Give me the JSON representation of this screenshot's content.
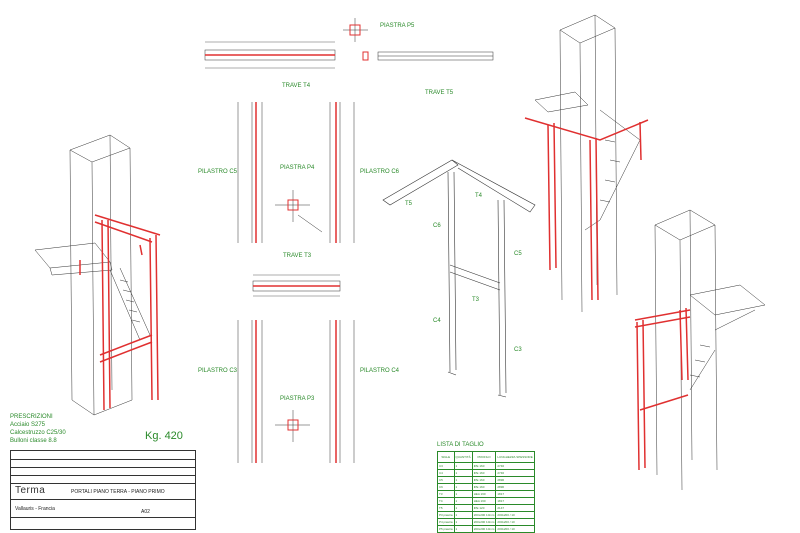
{
  "drawing": {
    "weight_label": "Kg. 420",
    "prescriptions": {
      "title": "PRESCRIZIONI",
      "lines": [
        "Acciaio S275",
        "Calcestruzzo C25/30",
        "Bulloni classe 8.8"
      ]
    },
    "labels": {
      "piastra_p5": "PIASTRA P5",
      "trave_t4": "TRAVE T4",
      "trave_t5": "TRAVE T5",
      "pilastro_c5": "PILASTRO C5",
      "piastra_p4": "PIASTRA P4",
      "pilastro_c6": "PILASTRO C6",
      "trave_t3": "TRAVE T3",
      "pilastro_c3": "PILASTRO C3",
      "piastra_p3": "PIASTRA P3",
      "pilastro_c4": "PILASTRO C4"
    },
    "frame_labels": {
      "t5": "T5",
      "t4": "T4",
      "c6": "C6",
      "c5": "C5",
      "t3": "T3",
      "c4": "C4",
      "c3": "C3"
    },
    "cut_list": {
      "title": "LISTA DI TAGLIO",
      "headers": [
        "SIGLE",
        "QUANTITÀ",
        "PROFILO",
        "LUNGHEZZA SPESSORE"
      ],
      "rows": [
        [
          "C3",
          "1",
          "IPE 160",
          "2746"
        ],
        [
          "C4",
          "1",
          "IPE 160",
          "2746"
        ],
        [
          "C5",
          "1",
          "IPE 160",
          "2896"
        ],
        [
          "C6",
          "1",
          "IPE 160",
          "2896"
        ],
        [
          "T3",
          "1",
          "HEA 160",
          "1817"
        ],
        [
          "T4",
          "1",
          "HEA 160",
          "1817"
        ],
        [
          "T5",
          "1",
          "IPE 120",
          "2147"
        ],
        [
          "P3 piastra",
          "1",
          "200x200 10mm",
          "200x200 / 10"
        ],
        [
          "P4 piastra",
          "1",
          "200x200 10mm",
          "200x200 / 10"
        ],
        [
          "P5 piastra",
          "1",
          "200x200 10mm",
          "200x200 / 10"
        ]
      ]
    },
    "title_block": {
      "brand": "Terma",
      "project_title": "PORTALI PIANO TERRA - PIANO PRIMO",
      "location": "Vallauris - Francia",
      "sheet_number": "A02"
    },
    "colors": {
      "accent": "#2a8a2a",
      "structure": "#e03030",
      "line": "#333333"
    }
  }
}
